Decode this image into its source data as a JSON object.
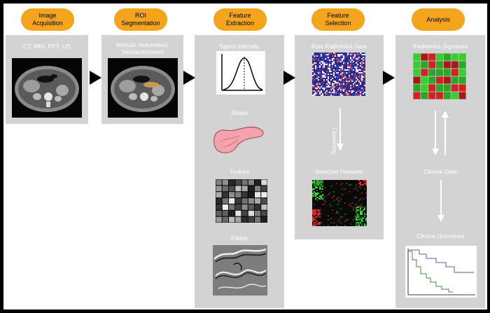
{
  "stages": [
    {
      "title": "Image\nAcquisition"
    },
    {
      "title": "ROI\nSegmentation"
    },
    {
      "title": "Feature\nExtraction"
    },
    {
      "title": "Feature\nSelection"
    },
    {
      "title": "Analysis"
    }
  ],
  "acq_label": "CT, MRI, PET, US",
  "seg_label": "Manual, Automated,\nSemiautomated",
  "ext_labels": {
    "signal": "Signal intensity",
    "shape": "Shape",
    "texture": "Texture",
    "filters": "Filters"
  },
  "sel_labels": {
    "raw": "Raw Radiomics Data",
    "clustering": "Clustering",
    "selected": "Selected Features"
  },
  "ana_labels": {
    "signature": "Radiomics Signature",
    "clinical": "Clinical Data",
    "outcomes": "Clinical Outcomes"
  },
  "colors": {
    "accent": "#f4a51c",
    "panel": "#d3d3d3",
    "red": "#d42020",
    "green": "#34d02c"
  }
}
